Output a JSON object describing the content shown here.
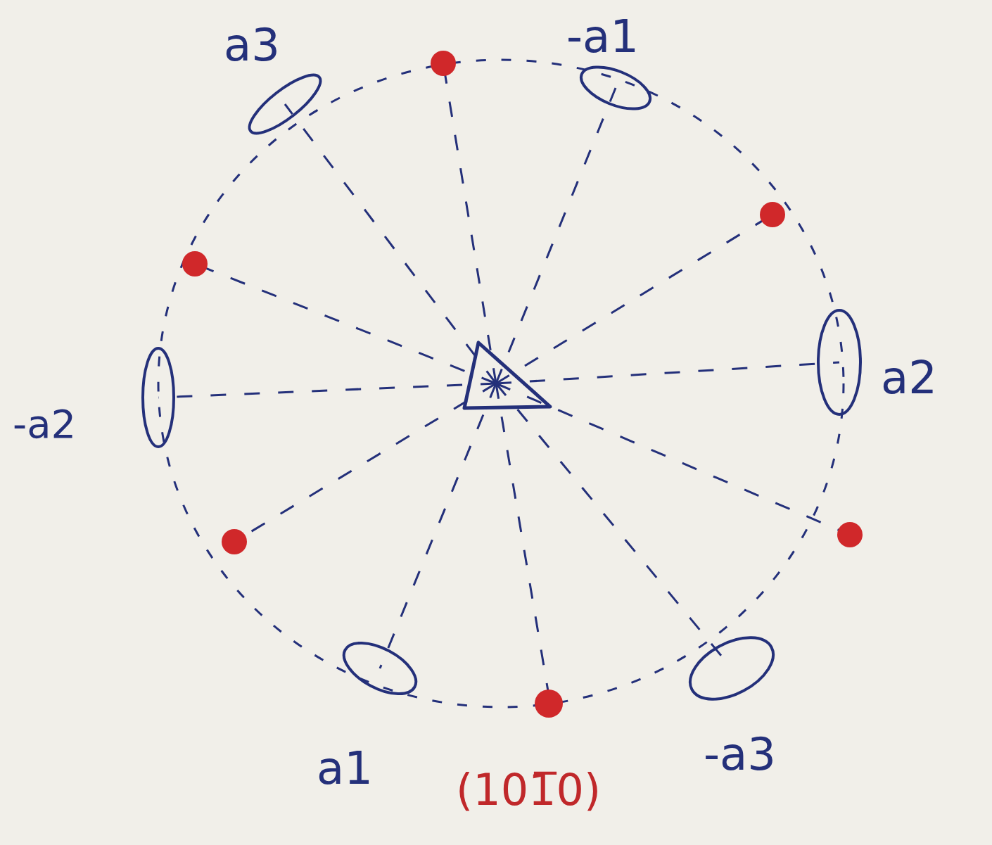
{
  "diagram": {
    "labels": [
      "a3",
      "-a1",
      "a2",
      "-a3",
      "a1",
      "-a2",
      "(101̅0)"
    ]
  }
}
